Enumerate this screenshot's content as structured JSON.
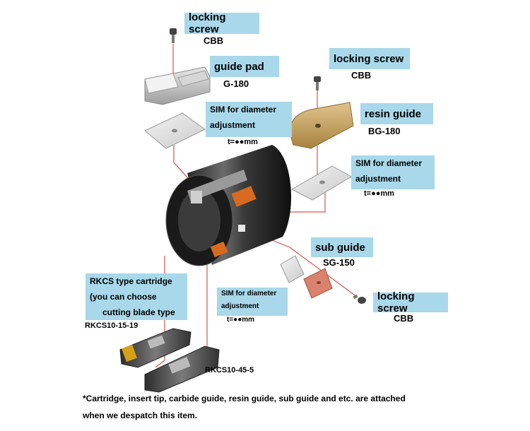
{
  "parts": {
    "locking_screw_1": {
      "label": "locking screw",
      "code": "CBB"
    },
    "guide_pad": {
      "label": "guide pad",
      "code": "G-180"
    },
    "sim_1": {
      "label_line1": "SIM for diameter",
      "label_line2": "adjustment",
      "thickness": "t=●●mm"
    },
    "locking_screw_2": {
      "label": "locking screw",
      "code": "CBB"
    },
    "resin_guide": {
      "label": "resin guide",
      "code": "BG-180"
    },
    "sim_2": {
      "label_line1": "SIM for diameter",
      "label_line2": "adjustment",
      "thickness": "t=●●mm"
    },
    "sub_guide": {
      "label": "sub guide",
      "code": "SG-150"
    },
    "sim_3": {
      "label_line1": "SIM for diameter",
      "label_line2": "adjustment",
      "thickness": "t=●●mm"
    },
    "locking_screw_3": {
      "label": "locking screw",
      "code": "CBB"
    },
    "cartridge": {
      "line1": "RKCS type cartridge",
      "line2": "(you can choose",
      "line3": "cutting blade type",
      "model_1": "RKCS10-15-19",
      "model_2": "RKCS10-45-5"
    }
  },
  "footnote": {
    "line1": "*Cartridge, insert tip, carbide guide, resin guide, sub guide and etc. are attached",
    "line2": "when we despatch this item."
  },
  "colors": {
    "label_bg": "#a8d8ea",
    "leader_line": "#d9534f",
    "resin": "#c8a46a",
    "sub_guide": "#d9826e",
    "insert": "#d86a1f"
  }
}
